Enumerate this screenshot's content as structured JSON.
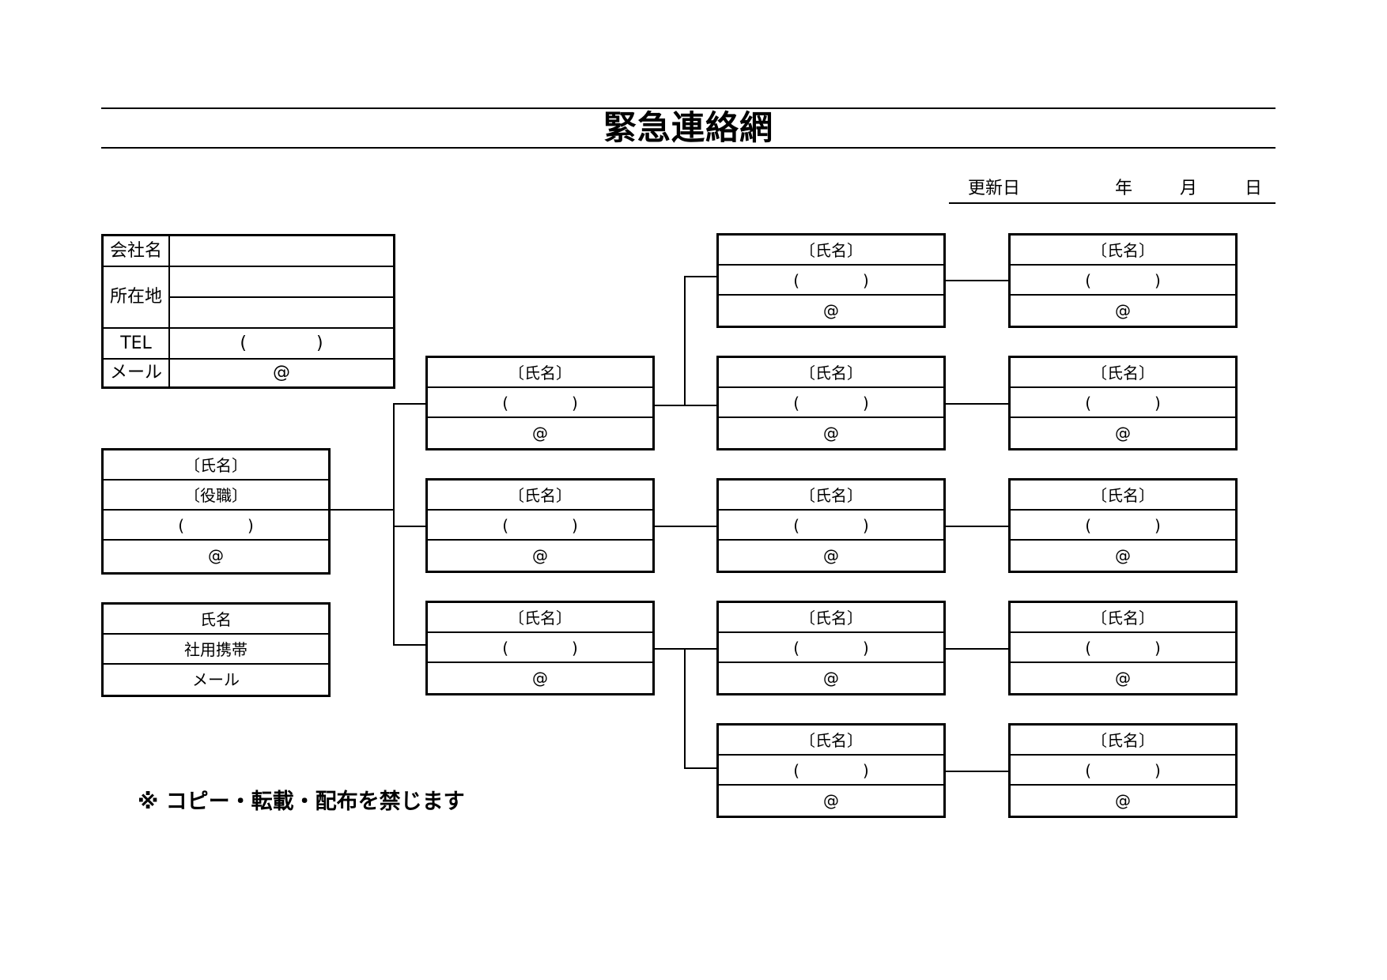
{
  "title": "緊急連絡網",
  "update": {
    "label": "更新日",
    "year": "年",
    "month": "月",
    "day": "日"
  },
  "company": {
    "name_label": "会社名",
    "address_label": "所在地",
    "tel_label": "TEL",
    "tel_value": "(　　　　)",
    "mail_label": "メール",
    "mail_value": "@"
  },
  "head": {
    "name": "〔氏名〕",
    "role": "〔役職〕",
    "phone": "(　　　　)",
    "mail": "@"
  },
  "legend": {
    "name": "氏名",
    "phone": "社用携帯",
    "mail": "メール"
  },
  "member": {
    "name": "〔氏名〕",
    "phone": "(　　　　)",
    "mail": "@"
  },
  "notice": "※ コピー・転載・配布を禁じます"
}
